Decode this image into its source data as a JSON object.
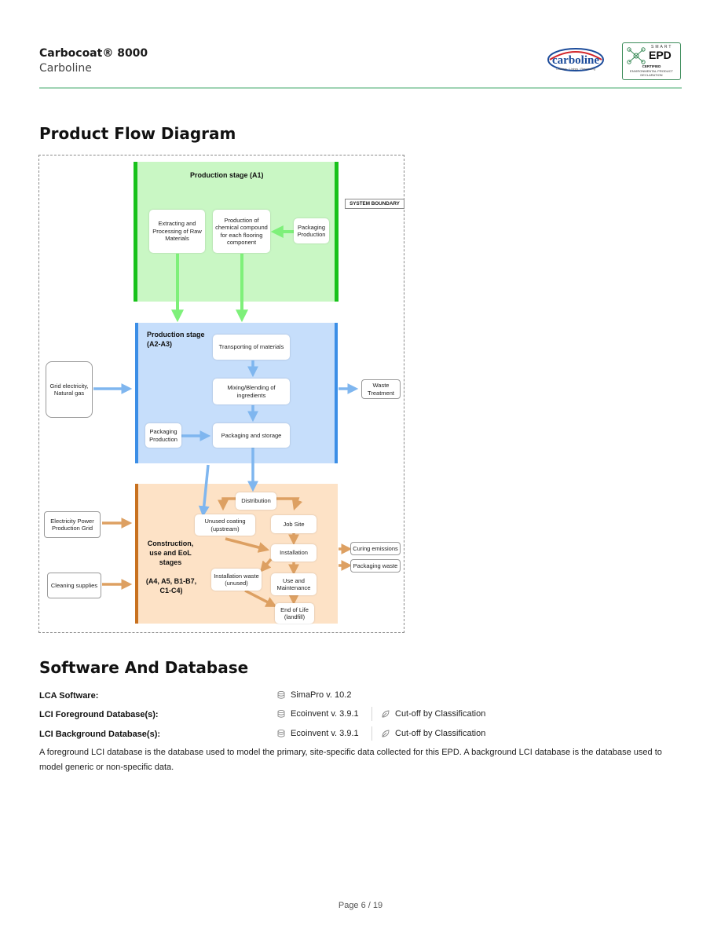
{
  "header": {
    "product": "Carbocoat® 8000",
    "company": "Carboline",
    "carboline_logo_text": "carboline",
    "carboline_logo_tagline": "Coatings · Linings · Fireproofing",
    "epd_badge": {
      "smart": "SMART",
      "epd": "EPD",
      "certified": "CERTIFIED",
      "subtitle": "ENVIRONMENTAL PRODUCT DECLARATION"
    }
  },
  "flow_section": {
    "title": "Product Flow Diagram",
    "system_boundary": "SYSTEM BOUNDARY",
    "stage_a1": {
      "title": "Production stage (A1)",
      "box_extract": "Extracting and Processing of Raw Materials",
      "box_chemical": "Production of chemical compound for each flooring component",
      "box_packaging": "Packaging Production"
    },
    "stage_a2": {
      "title": "Production stage (A2-A3)",
      "box_transport": "Transporting of materials",
      "box_mixing": "Mixing/Blending of ingredients",
      "box_packaging_storage": "Packaging and storage",
      "box_packaging": "Packaging Production",
      "input_grid": "Grid electricity, Natural gas",
      "output_waste": "Waste Treatment"
    },
    "stage_a4": {
      "title": "Construction, use and EoL stages",
      "subtitle": "(A4, A5, B1-B7, C1-C4)",
      "box_distribution": "Distribution",
      "box_unused": "Unused coating (upstream)",
      "box_jobsite": "Job Site",
      "box_installation": "Installation",
      "box_inst_waste": "Installation waste (unused)",
      "box_use": "Use and Maintenance",
      "box_eol": "End of Life (landfill)",
      "input_power": "Electricity Power Production Grid",
      "input_cleaning": "Cleaning supplies",
      "output_curing": "Curing emissions",
      "output_packaging": "Packaging waste"
    },
    "colors": {
      "a1_fill": "#c9f7c4",
      "a1_border": "#17c21a",
      "a1_arrow": "#7ef07a",
      "a2_fill": "#c6defb",
      "a2_border": "#3b8ee6",
      "a2_arrow": "#7fb6ef",
      "a4_fill": "#fde2c6",
      "a4_border": "#c8711f",
      "a4_arrow": "#dda062"
    }
  },
  "software_section": {
    "title": "Software And Database",
    "rows": [
      {
        "label": "LCA Software:",
        "value": "SimaPro v. 10.2",
        "extra": ""
      },
      {
        "label": "LCI Foreground Database(s):",
        "value": "Ecoinvent v. 3.9.1",
        "extra": "Cut-off by Classification"
      },
      {
        "label": "LCI Background Database(s):",
        "value": "Ecoinvent v. 3.9.1",
        "extra": "Cut-off by Classification"
      }
    ],
    "note": "A foreground LCI database is the database used to model the primary, site-specific data collected for this EPD. A background LCI database is the database used to model generic or non-specific data.",
    "icons": {
      "database": "database-icon",
      "leaf": "leaf-icon"
    }
  },
  "footer": {
    "page": "Page 6 / 19"
  }
}
